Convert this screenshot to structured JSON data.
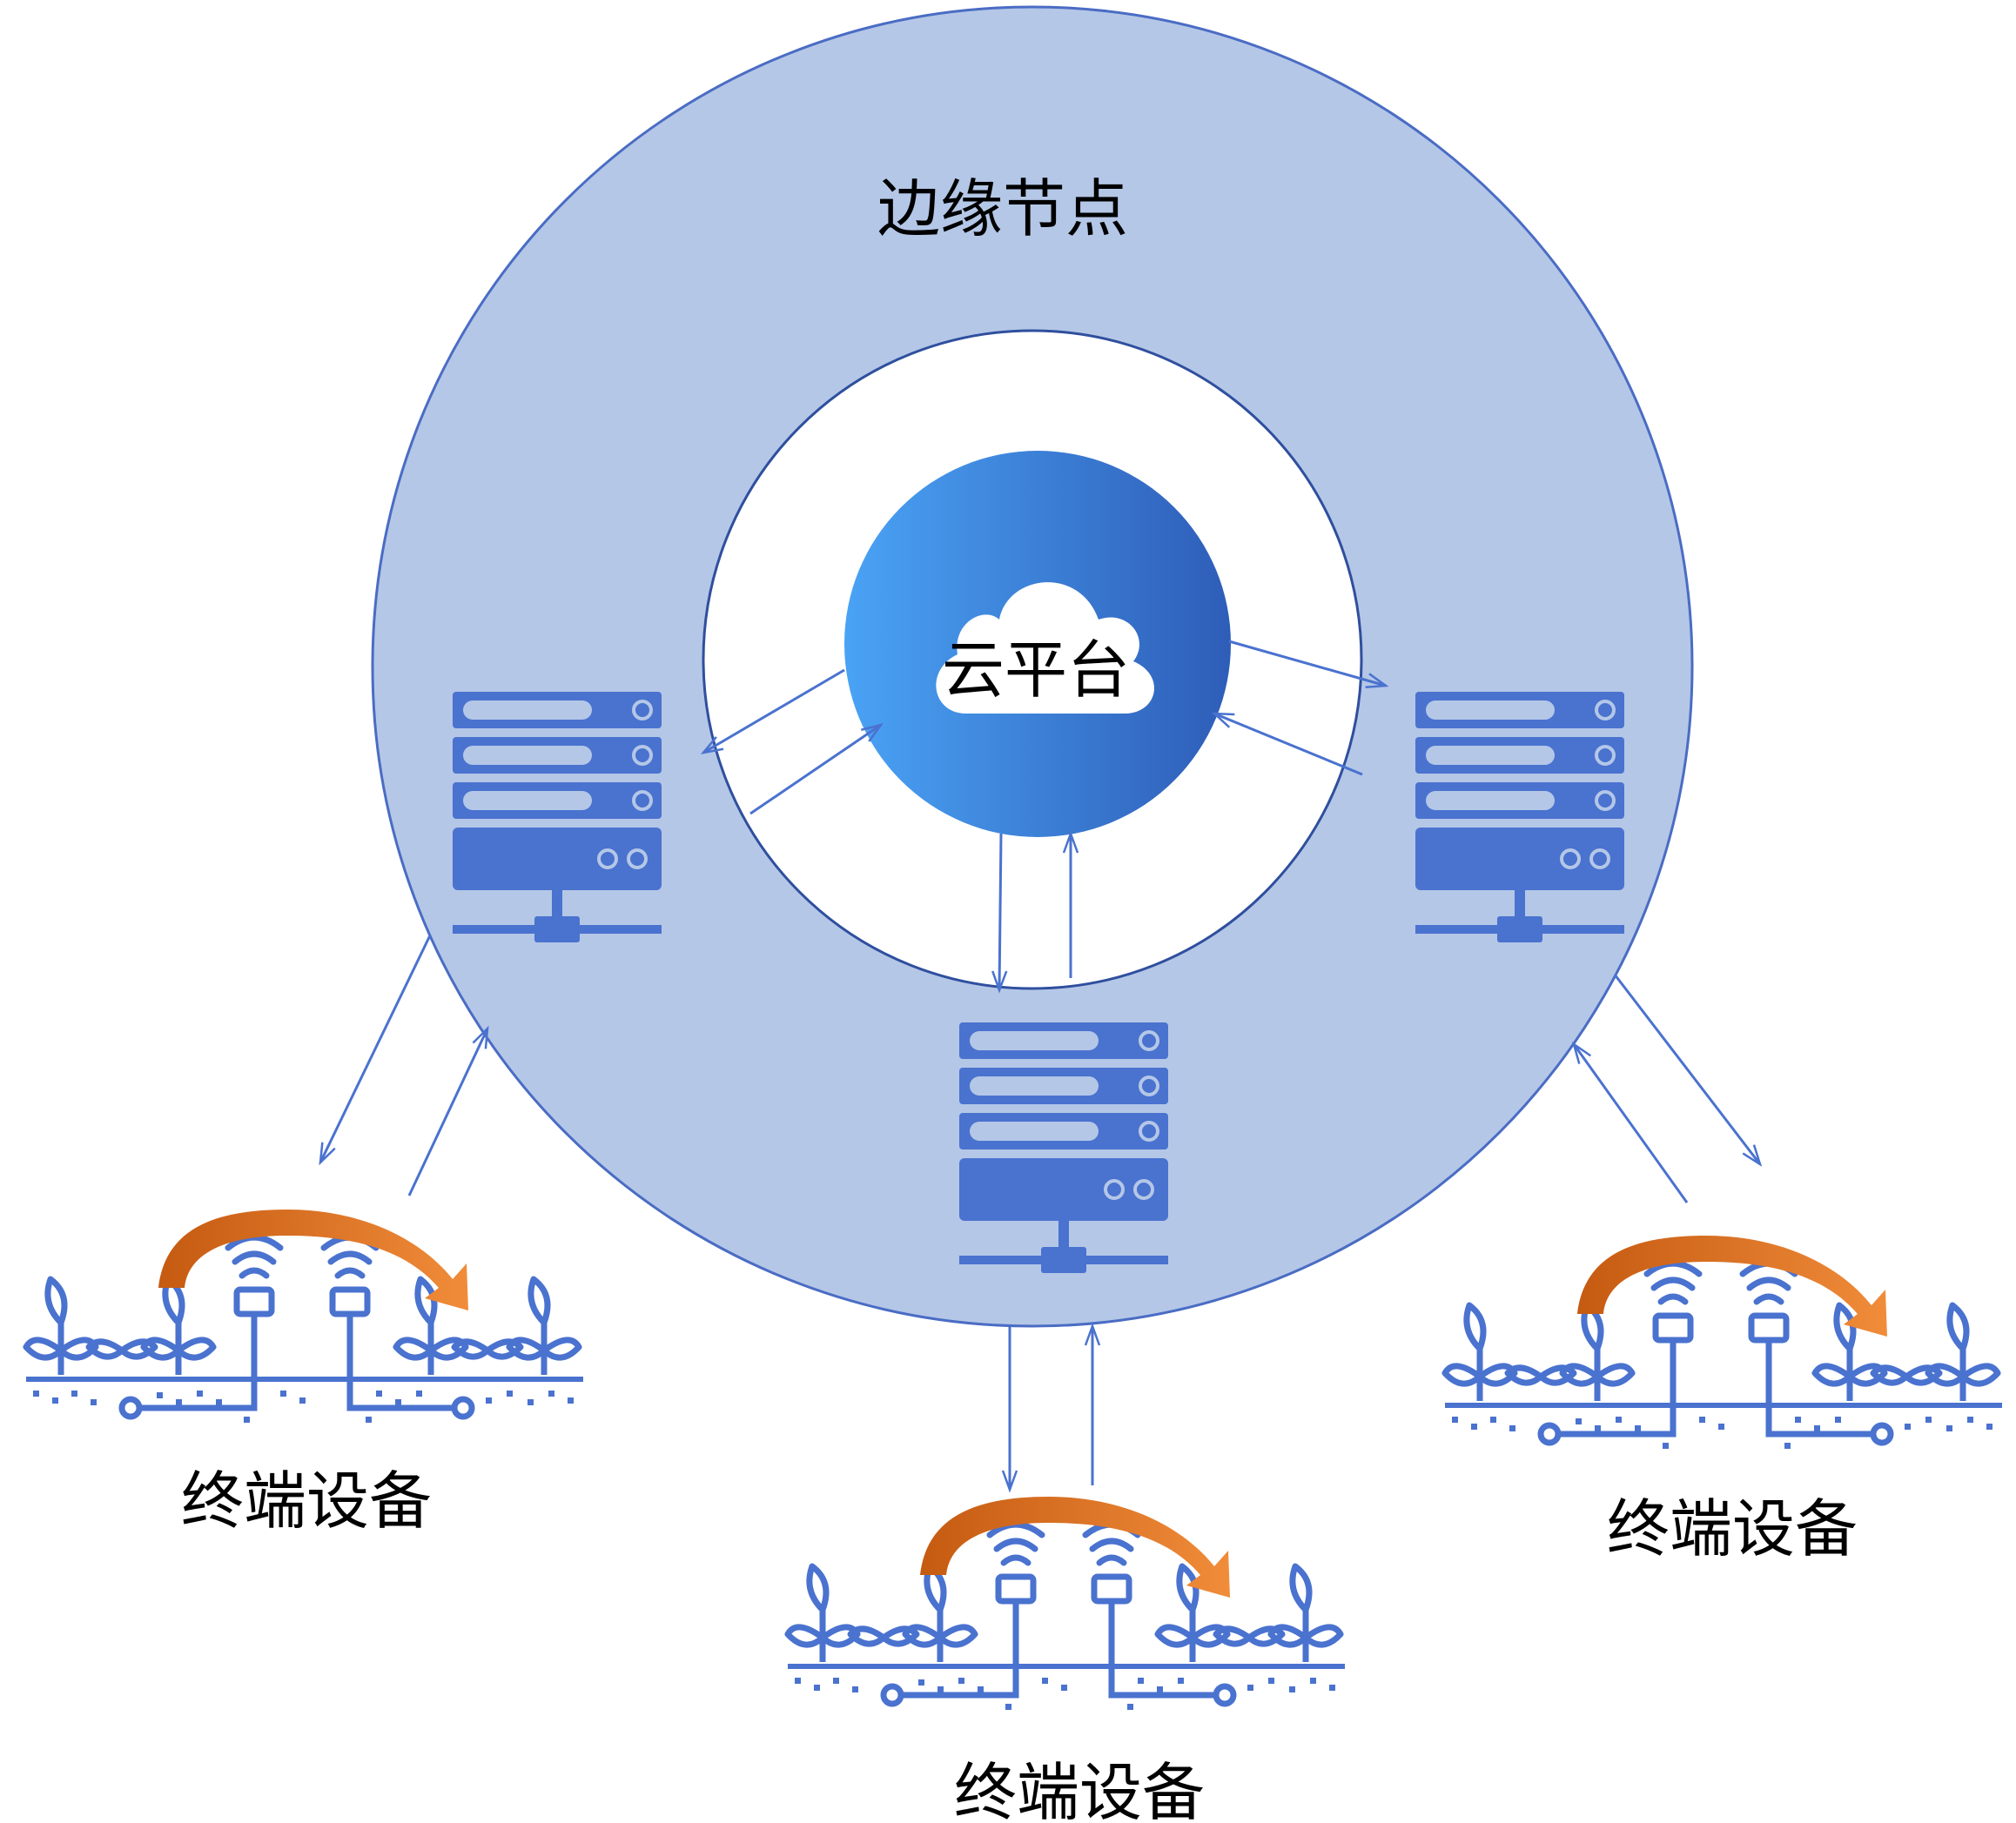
{
  "edge_label": "边缘节点",
  "cloud_label": "云平台",
  "terminals": [
    {
      "label": "终端设备"
    },
    {
      "label": "终端设备"
    },
    {
      "label": "终端设备"
    }
  ],
  "colors": {
    "outer_ring_fill": "#b4c7e7",
    "outer_ring_stroke": "#4a6cc4",
    "inner_circle_fill": "#ffffff",
    "cloud_gradient_start": "#4aa3f5",
    "cloud_gradient_end": "#2e5db8",
    "server": "#4a72cf",
    "server_slot_light": "#b4c7e7",
    "arrow": "#4a72cf",
    "curve_arrow_start": "#c55a11",
    "curve_arrow_end": "#ed7d31",
    "plant": "#4a72cf"
  }
}
